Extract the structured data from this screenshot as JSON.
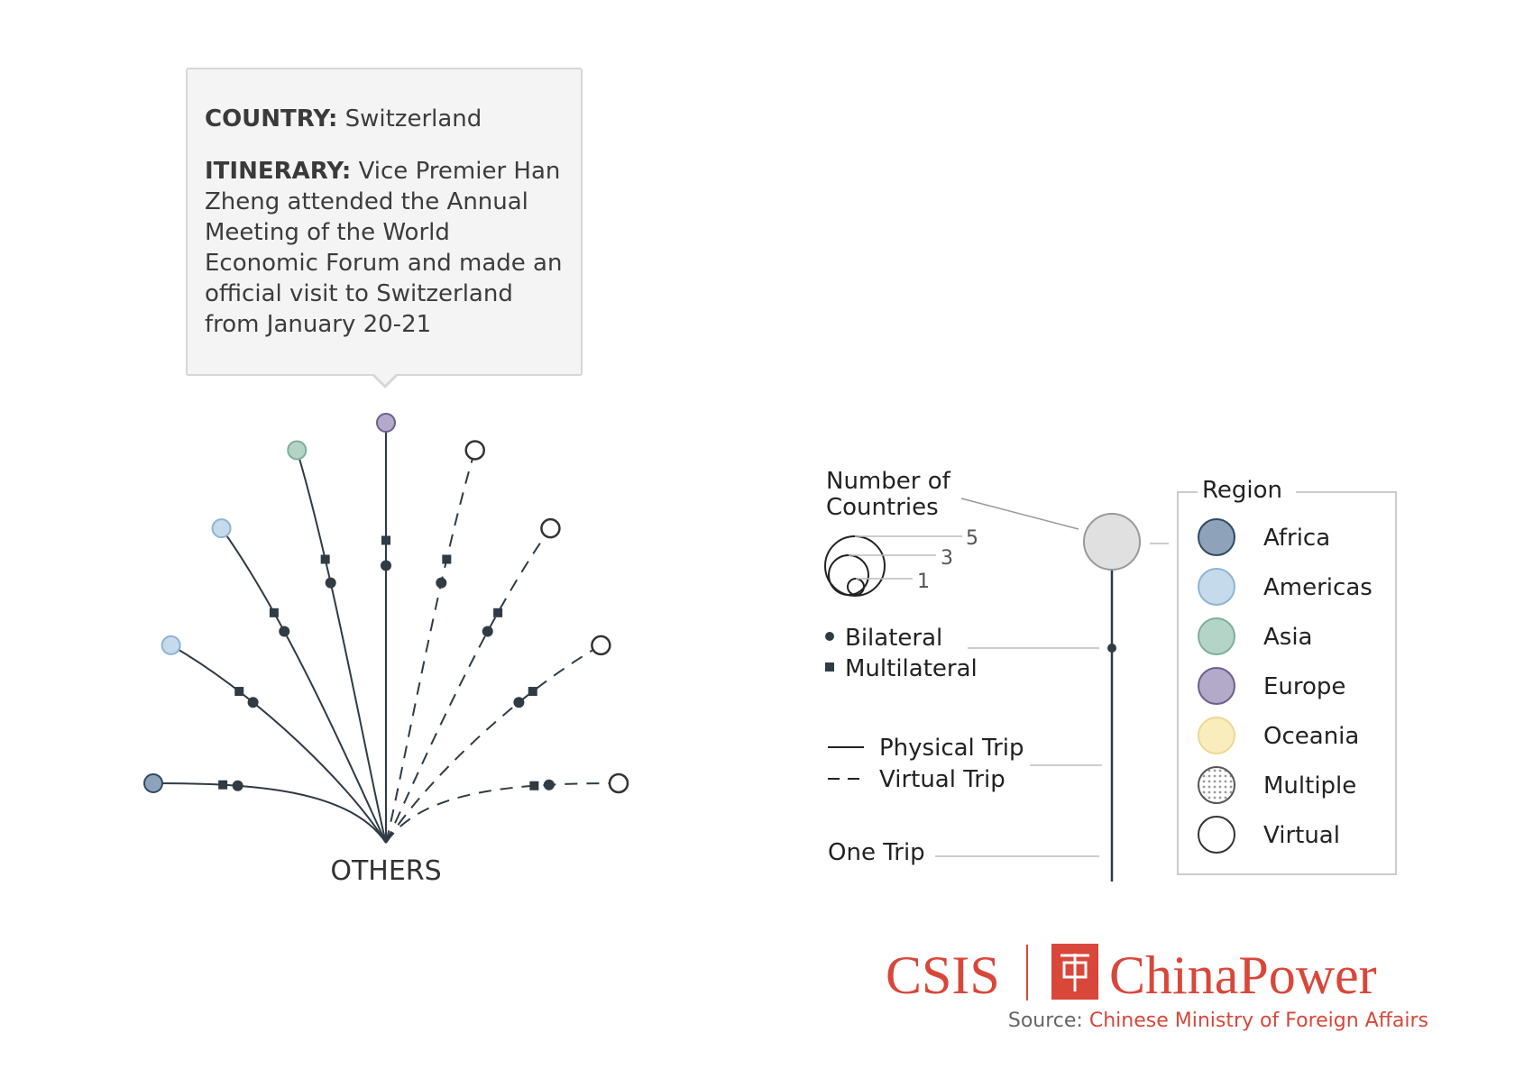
{
  "tooltip": {
    "country_label": "COUNTRY:",
    "country_value": "Switzerland",
    "itinerary_label": "ITINERARY:",
    "itinerary_value": "Vice Premier Han Zheng attended the Annual Meeting of the World Economic Forum and made an official visit to Switzerland from January 20-21"
  },
  "chart_data": {
    "type": "radial-tree",
    "root_label": "OTHERS",
    "branches": [
      {
        "region": "Africa",
        "trip": "physical",
        "countries": 1,
        "markers": [
          "bilateral",
          "multilateral"
        ]
      },
      {
        "region": "Americas",
        "trip": "physical",
        "countries": 1,
        "markers": [
          "bilateral",
          "multilateral"
        ]
      },
      {
        "region": "Americas",
        "trip": "physical",
        "countries": 1,
        "markers": [
          "bilateral",
          "multilateral"
        ]
      },
      {
        "region": "Asia",
        "trip": "physical",
        "countries": 1,
        "markers": [
          "bilateral",
          "multilateral"
        ]
      },
      {
        "region": "Europe",
        "trip": "physical",
        "countries": 1,
        "country": "Switzerland",
        "markers": [
          "bilateral",
          "multilateral"
        ]
      },
      {
        "region": "Virtual",
        "trip": "virtual",
        "countries": 1,
        "markers": [
          "bilateral",
          "multilateral"
        ]
      },
      {
        "region": "Virtual",
        "trip": "virtual",
        "countries": 1,
        "markers": [
          "bilateral",
          "multilateral"
        ]
      },
      {
        "region": "Virtual",
        "trip": "virtual",
        "countries": 1,
        "markers": [
          "bilateral",
          "multilateral"
        ]
      },
      {
        "region": "Virtual",
        "trip": "virtual",
        "countries": 1,
        "markers": [
          "multilateral",
          "bilateral"
        ]
      }
    ]
  },
  "legend": {
    "size_title_line1": "Number of",
    "size_title_line2": "Countries",
    "size_values": [
      "5",
      "3",
      "1"
    ],
    "bilateral": "Bilateral",
    "multilateral": "Multilateral",
    "physical": "Physical Trip",
    "virtual": "Virtual Trip",
    "one_trip": "One Trip",
    "region_title": "Region",
    "regions": [
      {
        "name": "Africa",
        "fill": "#8ea3b9",
        "stroke": "#2f4a66"
      },
      {
        "name": "Americas",
        "fill": "#c5daeb",
        "stroke": "#8fb4d3"
      },
      {
        "name": "Asia",
        "fill": "#b4d4c8",
        "stroke": "#7fae9c"
      },
      {
        "name": "Europe",
        "fill": "#b3a9c9",
        "stroke": "#6e5f91"
      },
      {
        "name": "Oceania",
        "fill": "#f9edbe",
        "stroke": "#ecd990"
      },
      {
        "name": "Multiple",
        "fill": "pattern",
        "stroke": "#555555"
      },
      {
        "name": "Virtual",
        "fill": "#ffffff",
        "stroke": "#333333"
      }
    ]
  },
  "logo": {
    "left": "CSIS",
    "right": "ChinaPower"
  },
  "source": {
    "label": "Source:",
    "value": "Chinese Ministry of Foreign Affairs"
  },
  "colors": {
    "line": "#2f3b45",
    "accent": "#d8473a"
  }
}
